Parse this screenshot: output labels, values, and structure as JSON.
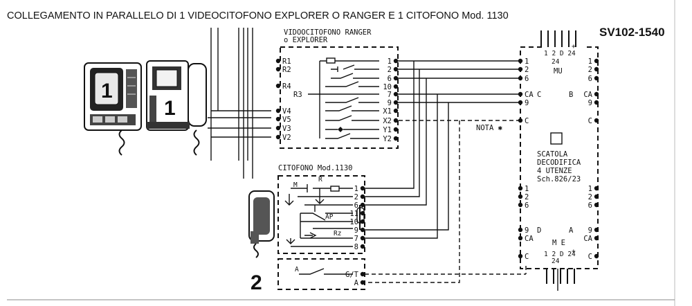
{
  "header": {
    "title": "COLLEGAMENTO IN PARALLELO DI 1 VIDEOCITOFONO EXPLORER O RANGER E 1 CITOFONO Mod. 1130",
    "code": "SV102-1540"
  },
  "video_unit": {
    "title_line1": "VIDOOCITOFONO  RANGER",
    "title_line2": "o  EXPLORER",
    "left_terminals": [
      "R1",
      "R2",
      "R4",
      "R3",
      "V4",
      "V5",
      "V3",
      "V2"
    ],
    "right_terminals": [
      "1",
      "2",
      "6",
      "10",
      "7",
      "9",
      "X1",
      "X2",
      "Y1",
      "Y2"
    ]
  },
  "interphone_unit": {
    "title": "CITOFONO Mod.1130",
    "terminals": [
      "1",
      "2",
      "6",
      "11",
      "10",
      "9",
      "7",
      "8",
      "G/T",
      "A"
    ],
    "labels": {
      "m": "M",
      "r": "R",
      "ap": "AP",
      "rz": "Rz",
      "a": "A"
    }
  },
  "decoder_box": {
    "label_lines": [
      "SCATOLA",
      "DECODIFICA",
      "4 UTENZE",
      "Sch.826/23"
    ],
    "top_block": {
      "left_terminals": [
        "1",
        "2",
        "6",
        "CA",
        "9",
        "C"
      ],
      "right_terminals": [
        "1",
        "2",
        "6",
        "CA",
        "9",
        "C"
      ],
      "bus_label": "1 2 D 24",
      "bus_sub": "24",
      "bus_plus": "+",
      "mu": "MU",
      "c_letter": "C",
      "b_letter": "B"
    },
    "bottom_block": {
      "left_terminals": [
        "1",
        "2",
        "6",
        "9",
        "CA",
        "C"
      ],
      "right_terminals": [
        "1",
        "2",
        "6",
        "9",
        "CA",
        "C"
      ],
      "bus_label": "1 2 D 24",
      "bus_sub": "24",
      "bus_plus": "+",
      "me": "M E",
      "d_letter": "D",
      "a_letter": "A"
    }
  },
  "note_label": "NOTA ✱",
  "device_numbers": {
    "monitor_small": "1",
    "monitor_large": "1",
    "handset": "2"
  }
}
